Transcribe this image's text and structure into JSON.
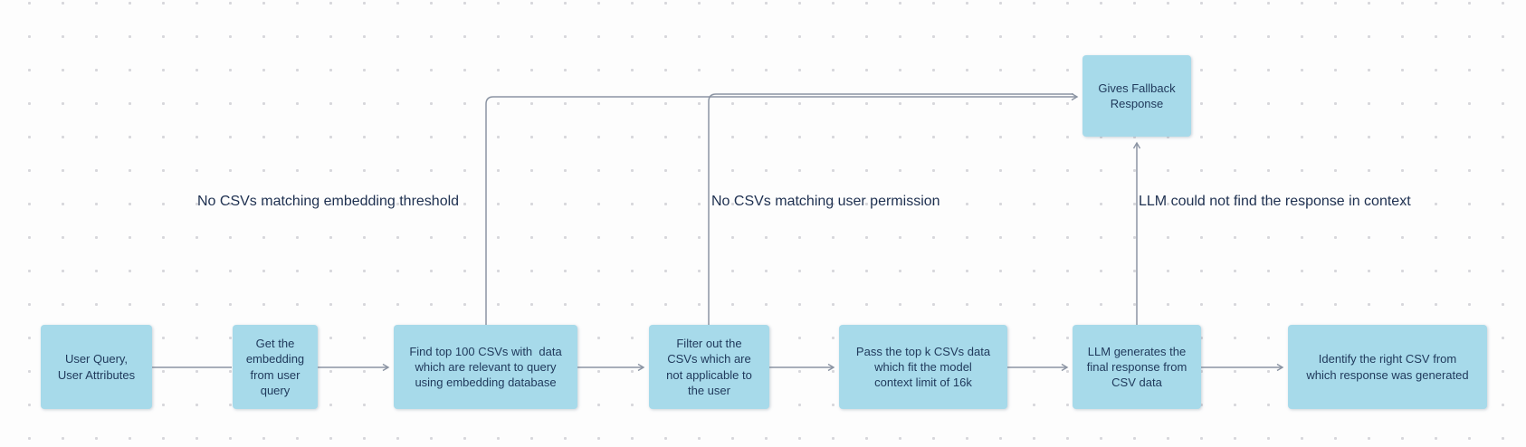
{
  "diagram": {
    "nodes": [
      {
        "id": "user-query",
        "label": "User Query,\nUser Attributes"
      },
      {
        "id": "get-embedding",
        "label": "Get the\nembedding\nfrom user\nquery"
      },
      {
        "id": "find-top-100",
        "label": "Find top 100 CSVs with  data\nwhich are relevant to query\nusing embedding database"
      },
      {
        "id": "filter-csvs",
        "label": "Filter out the\nCSVs which are\nnot applicable to\nthe user"
      },
      {
        "id": "pass-top-k",
        "label": "Pass the top k CSVs data\nwhich fit the model\ncontext limit of 16k"
      },
      {
        "id": "llm-generates",
        "label": "LLM generates the\nfinal response from\nCSV data"
      },
      {
        "id": "identify-csv",
        "label": "Identify the right CSV from\nwhich response was generated"
      },
      {
        "id": "fallback",
        "label": "Gives Fallback\nResponse"
      }
    ],
    "edge_labels": [
      {
        "id": "no-csv-embedding",
        "text": "No CSVs matching embedding threshold"
      },
      {
        "id": "no-csv-permission",
        "text": "No CSVs matching user permission"
      },
      {
        "id": "llm-no-context",
        "text": "LLM could not find the response in context"
      }
    ],
    "colors": {
      "node_fill": "#a7daea",
      "node_text": "#203a5c",
      "connector": "#8b94a3",
      "label_text": "#1e3050",
      "dot": "#d7d7db",
      "background": "#fdfdfd"
    }
  }
}
